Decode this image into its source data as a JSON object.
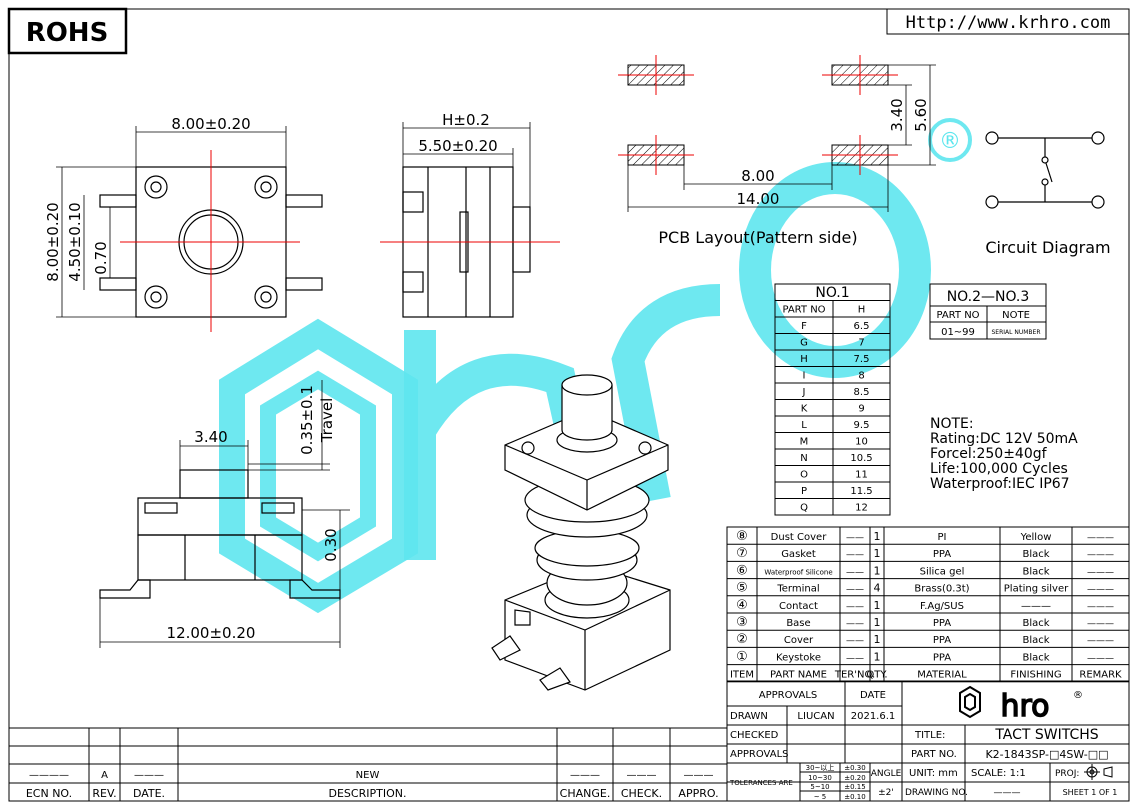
{
  "header": {
    "rohs": "ROHS",
    "website": "Http://www.krhro.com"
  },
  "top_view": {
    "width_dim": "8.00±0.20",
    "height_dim": "8.00±0.20",
    "pin_span_dim": "4.50±0.10",
    "pin_width_dim": "0.70"
  },
  "side_view": {
    "h_dim": "H±0.2",
    "body_dim": "5.50±0.20"
  },
  "pcb": {
    "dim_8": "8.00",
    "dim_14": "14.00",
    "dim_340": "3.40",
    "dim_560": "5.60",
    "caption": "PCB Layout(Pattern side)"
  },
  "circuit": {
    "caption": "Circuit Diagram"
  },
  "registered": "®",
  "front_view": {
    "dim_340": "3.40",
    "dim_035": "0.35±0.1",
    "travel": "Travel",
    "dim_030": "0.30",
    "dim_12": "12.00±0.20"
  },
  "no1": {
    "title": "NO.1",
    "headers": [
      "PART NO",
      "H"
    ],
    "rows": [
      [
        "F",
        "6.5"
      ],
      [
        "G",
        "7"
      ],
      [
        "H",
        "7.5"
      ],
      [
        "I",
        "8"
      ],
      [
        "J",
        "8.5"
      ],
      [
        "K",
        "9"
      ],
      [
        "L",
        "9.5"
      ],
      [
        "M",
        "10"
      ],
      [
        "N",
        "10.5"
      ],
      [
        "O",
        "11"
      ],
      [
        "P",
        "11.5"
      ],
      [
        "Q",
        "12"
      ]
    ]
  },
  "no23": {
    "title": "NO.2—NO.3",
    "headers": [
      "PART NO",
      "NOTE"
    ],
    "row": [
      "01~99",
      "SERIAL NUMBER"
    ]
  },
  "note": {
    "title": "NOTE:",
    "lines": [
      "Rating:DC 12V 50mA",
      "Forcel:250±40gf",
      "Life:100,000 Cycles",
      "Waterproof:IEC IP67"
    ]
  },
  "bom": {
    "headers": [
      "ITEM",
      "PART NAME",
      "TER'NO.",
      "QTY.",
      "MATERIAL",
      "FINISHING",
      "REMARK"
    ],
    "rows": [
      [
        "⑧",
        "Dust Cover",
        "——",
        "1",
        "PI",
        "Yellow",
        "———"
      ],
      [
        "⑦",
        "Gasket",
        "——",
        "1",
        "PPA",
        "Black",
        "———"
      ],
      [
        "⑥",
        "Waterproof Silicone",
        "——",
        "1",
        "Silica gel",
        "Black",
        "———"
      ],
      [
        "⑤",
        "Terminal",
        "——",
        "4",
        "Brass(0.3t)",
        "Plating silver",
        "———"
      ],
      [
        "④",
        "Contact",
        "——",
        "1",
        "F.Ag/SUS",
        "———",
        "———"
      ],
      [
        "③",
        "Base",
        "——",
        "1",
        "PPA",
        "Black",
        "———"
      ],
      [
        "②",
        "Cover",
        "——",
        "1",
        "PPA",
        "Black",
        "———"
      ],
      [
        "①",
        "Keystoke",
        "——",
        "1",
        "PPA",
        "Black",
        "———"
      ]
    ]
  },
  "title_block": {
    "approvals": "APPROVALS",
    "date": "DATE",
    "drawn": "DRAWN",
    "drawn_by": "LIUCAN",
    "drawn_date": "2021.6.1",
    "checked": "CHECKED",
    "approvals2": "APPROVALS",
    "logo": "hro",
    "logo_reg": "®",
    "title_label": "TITLE:",
    "title_value": "TACT SWITCHS",
    "part_label": "PART NO.",
    "part_value": "K2-1843SP-□4SW-□□",
    "tolerances": "TOLERANCES ARE",
    "tol_ranges": [
      "30~以上",
      "10~30",
      "5~10",
      "~ 5"
    ],
    "tol_values": [
      "±0.30",
      "±0.20",
      "±0.15",
      "±0.10"
    ],
    "angle": "ANGLE",
    "angle_value": "±2'",
    "unit": "UNIT: mm",
    "scale": "SCALE:  1:1",
    "proj": "PROJ:",
    "drawing_no": "DRAWING NO.",
    "drawing_no_value": "———",
    "sheet": "SHEET  1 OF 1"
  },
  "revision": {
    "headers": [
      "ECN NO.",
      "REV.",
      "DATE.",
      "DESCRIPTION.",
      "CHANGE.",
      "CHECK.",
      "APPRO."
    ],
    "row": [
      "————",
      "A",
      "———",
      "NEW",
      "———",
      "———",
      "———"
    ]
  }
}
